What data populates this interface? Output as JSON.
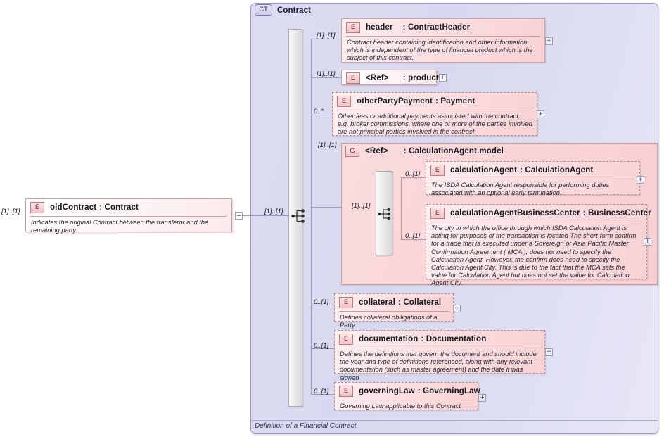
{
  "diagram": {
    "root": {
      "cardinality": "[1]..[1]",
      "badge": "E",
      "name": "oldContract",
      "separator": ":",
      "type": "Contract",
      "description": "Indicates the original Contract between the transferor and the remaining party.",
      "expander": "–"
    },
    "complex_type": {
      "badge": "CT",
      "title": "Contract",
      "footer": "Definition of a Financial Contract.",
      "root_cardinality": "[1]..[1]"
    },
    "children": [
      {
        "cardinality": "[1]..[1]",
        "badge": "E",
        "name": "header",
        "separator": ":",
        "type": "ContractHeader",
        "description": "Contract header containing identification and other information which is independent of the type of financial product which is the subject of this contract.",
        "expander": "+",
        "border": "solid"
      },
      {
        "cardinality": "[1]..[1]",
        "badge": "E",
        "name": "<Ref>",
        "separator": ":",
        "type": "product",
        "description": "",
        "expander": "+",
        "border": "solid"
      },
      {
        "cardinality": "0..*",
        "badge": "E",
        "name": "otherPartyPayment",
        "separator": ":",
        "type": "Payment",
        "description": "Other fees or additional payments associated with the contract, e.g. broker commissions, where one or more of the parties involved are not principal parties involved in the contract",
        "expander": "+",
        "border": "dashed"
      },
      {
        "cardinality": "0..[1]",
        "badge": "E",
        "name": "collateral",
        "separator": ":",
        "type": "Collateral",
        "description": "Defines collateral obiligations of a Party",
        "expander": "+",
        "border": "dashed"
      },
      {
        "cardinality": "0..[1]",
        "badge": "E",
        "name": "documentation",
        "separator": ":",
        "type": "Documentation",
        "description": "Defines the definitions that govern the document and should include the year and type of definitions referenced, along with any relevant documentation (such as master agreement) and the date it was signed",
        "expander": "+",
        "border": "dashed"
      },
      {
        "cardinality": "0..[1]",
        "badge": "E",
        "name": "governingLaw",
        "separator": ":",
        "type": "GoverningLaw",
        "description": "Governing Law applicable to this Contract",
        "expander": "+",
        "border": "dashed"
      }
    ],
    "group": {
      "cardinality": "[1]..[1]",
      "badge": "G",
      "name": "<Ref>",
      "separator": ":",
      "type": "CalculationAgent.model",
      "inner_cardinality": "[1]..[1]",
      "members": [
        {
          "cardinality": "0..[1]",
          "badge": "E",
          "name": "calculationAgent",
          "separator": ":",
          "type": "CalculationAgent",
          "description": "The ISDA Calculation Agent responsible for performing duties associated with an optional early termination",
          "expander": "+",
          "border": "dashed"
        },
        {
          "cardinality": "0..[1]",
          "badge": "E",
          "name": "calculationAgentBusinessCenter",
          "separator": ":",
          "type": "BusinessCenter",
          "description": "The city in which the office through which ISDA Calculation Agent is acting for purposes of the transaction is located The short-form confirm for a trade that is executed under a Sovereign or Asia Pacific Master Confirmation Agreement ( MCA ), does not need to specify the Calculation Agent. However, the confirm does need to specify the Calculation Agent City. This is due to the fact that the MCA sets the value for Calculation Agent but does not set the value for Calculation Agent City.",
          "expander": "+",
          "border": "dashed"
        }
      ]
    },
    "icons": {
      "sequence": "sequence-compositor-icon"
    },
    "colors": {
      "container_border": "#9a9ac4",
      "container_fill": "#dcdcf2",
      "node_fill": "#fbdfe1",
      "node_border": "#c8a3a6",
      "connector": "#9a9ab8",
      "group_fill": "#f9d4d7"
    }
  }
}
